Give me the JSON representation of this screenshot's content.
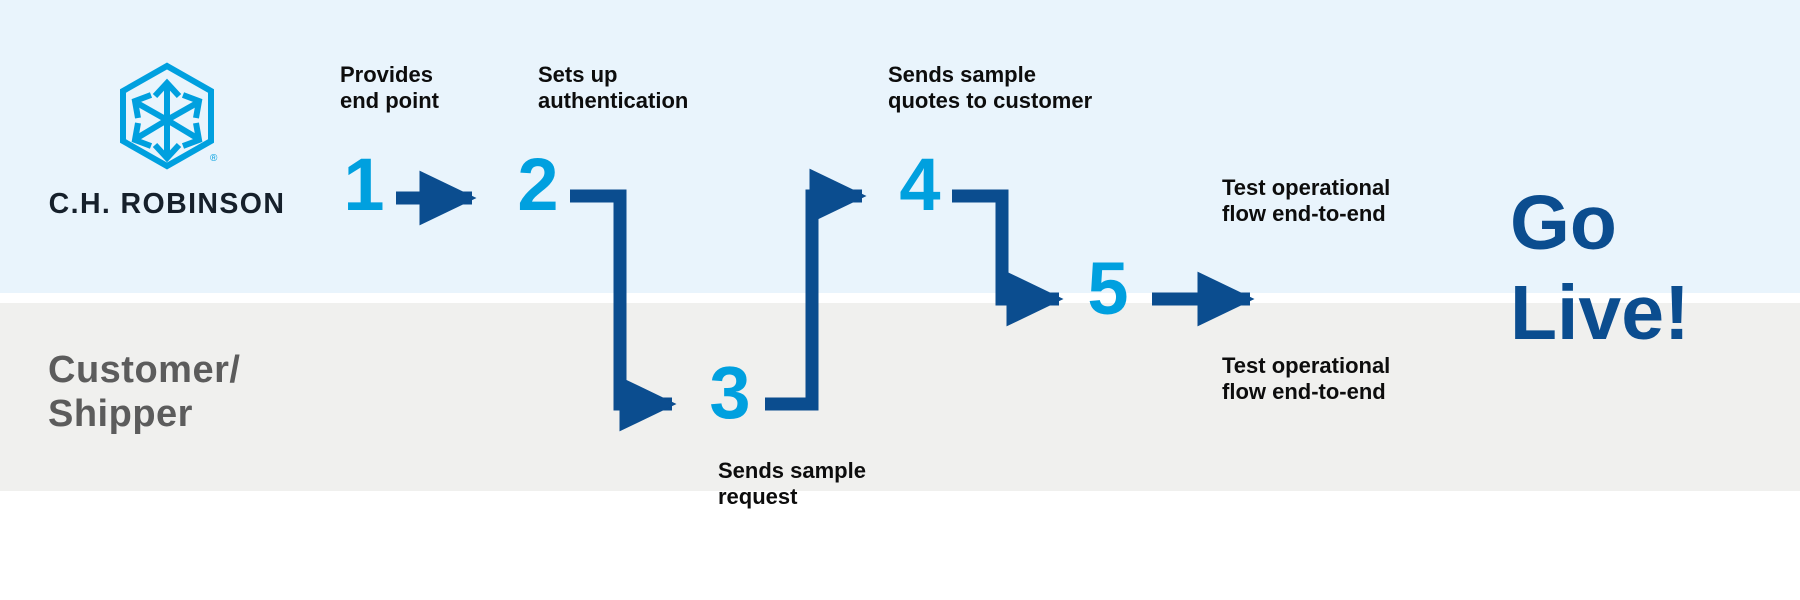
{
  "colors": {
    "band_top": "#e9f4fc",
    "band_bottom": "#f0f0ee",
    "accent_cyan": "#00a0df",
    "navy": "#0b4d8f",
    "lane_label": "#5c5c5c",
    "caption": "#0d0d0d",
    "logo_word": "#16202b"
  },
  "brand": {
    "name": "C.H. ROBINSON",
    "logo_icon": "hexagon-arrows-logo",
    "registered_mark": "®"
  },
  "lanes": [
    {
      "id": "chrobinson",
      "label": ""
    },
    {
      "id": "customer-shipper",
      "label": "Customer/\nShipper"
    }
  ],
  "steps": [
    {
      "number": "1",
      "lane": "chrobinson",
      "caption": "Provides\nend point",
      "caption_position": "above"
    },
    {
      "number": "2",
      "lane": "chrobinson",
      "caption": "Sets up\nauthentication",
      "caption_position": "above"
    },
    {
      "number": "3",
      "lane": "customer-shipper",
      "caption": "Sends sample\nrequest",
      "caption_position": "below"
    },
    {
      "number": "4",
      "lane": "chrobinson",
      "caption": "Sends sample\nquotes to customer",
      "caption_position": "above"
    },
    {
      "number": "5",
      "lane": "both",
      "caption": "Test operational\nflow end-to-end",
      "caption_position": "above",
      "caption_secondary": "Test operational\nflow end-to-end"
    }
  ],
  "connectors": [
    {
      "from": "1",
      "to": "2",
      "shape": "straight-right"
    },
    {
      "from": "2",
      "to": "3",
      "shape": "right-down-right"
    },
    {
      "from": "3",
      "to": "4",
      "shape": "right-up-right"
    },
    {
      "from": "4",
      "to": "5",
      "shape": "right-down-right"
    },
    {
      "from": "5",
      "to": "go-live",
      "shape": "straight-right"
    }
  ],
  "outcome": {
    "label": "Go\nLive!"
  }
}
